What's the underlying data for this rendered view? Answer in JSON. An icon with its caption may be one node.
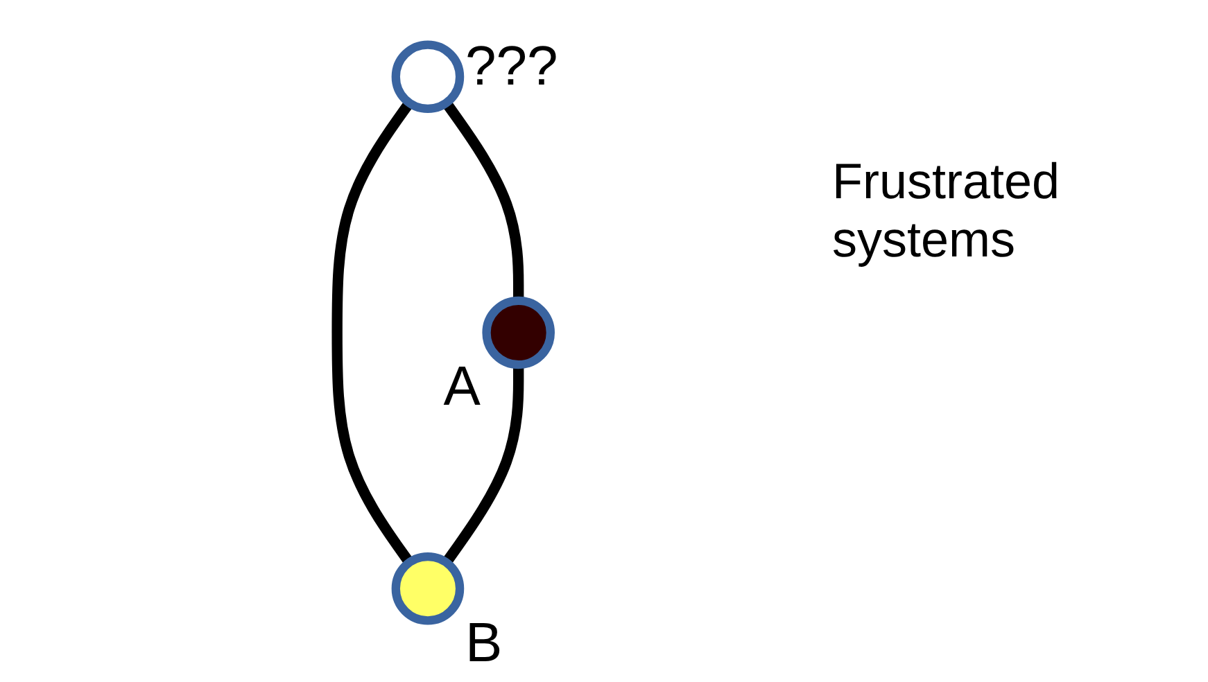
{
  "diagram": {
    "nodes": [
      {
        "text": [],
        "shape": "circle",
        "beside": [
          "???"
        ]
      },
      {
        "text": [],
        "shape": "circle",
        "beside": [
          "A"
        ]
      },
      {
        "text": [],
        "shape": "circle",
        "beside": [
          "B"
        ]
      }
    ],
    "edges": [
      {
        "from": 0,
        "to": 1,
        "arrow": "none"
      },
      {
        "from": 0,
        "to": 2,
        "arrow": "none"
      },
      {
        "from": 1,
        "to": 2,
        "arrow": "none"
      }
    ],
    "labels": [
      "Frustrated systems"
    ]
  }
}
